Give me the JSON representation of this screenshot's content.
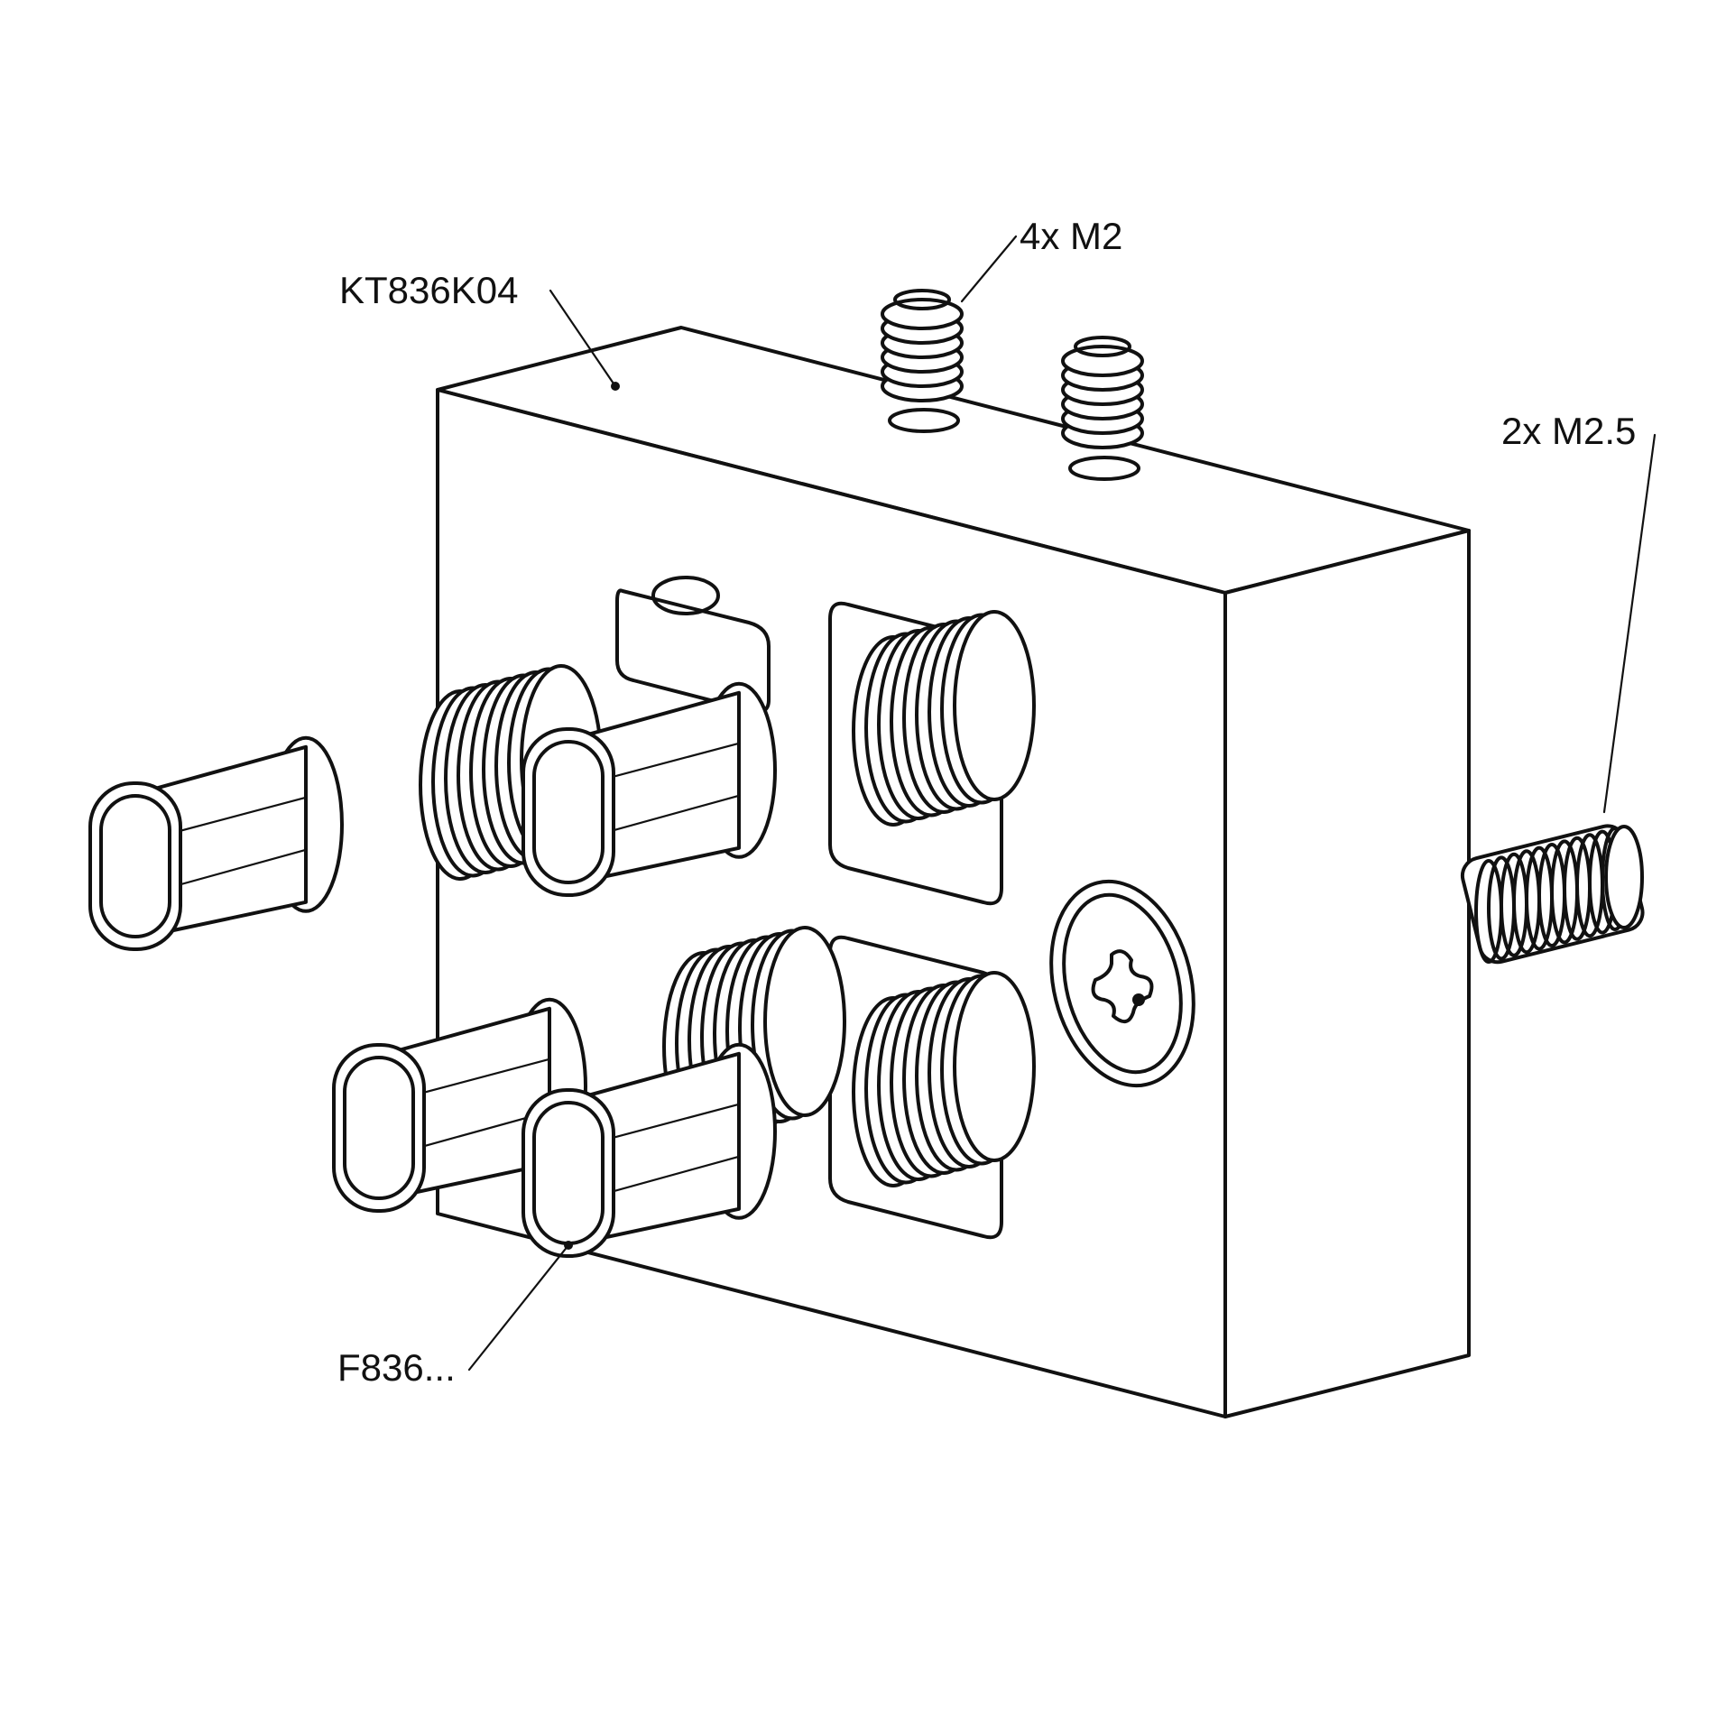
{
  "diagram": {
    "labels": {
      "block": "KT836K04",
      "setscrews": "4x M2",
      "bolts": "2x M2.5",
      "connector": "F836..."
    },
    "colors": {
      "line": "#111111",
      "background": "#ffffff"
    }
  }
}
